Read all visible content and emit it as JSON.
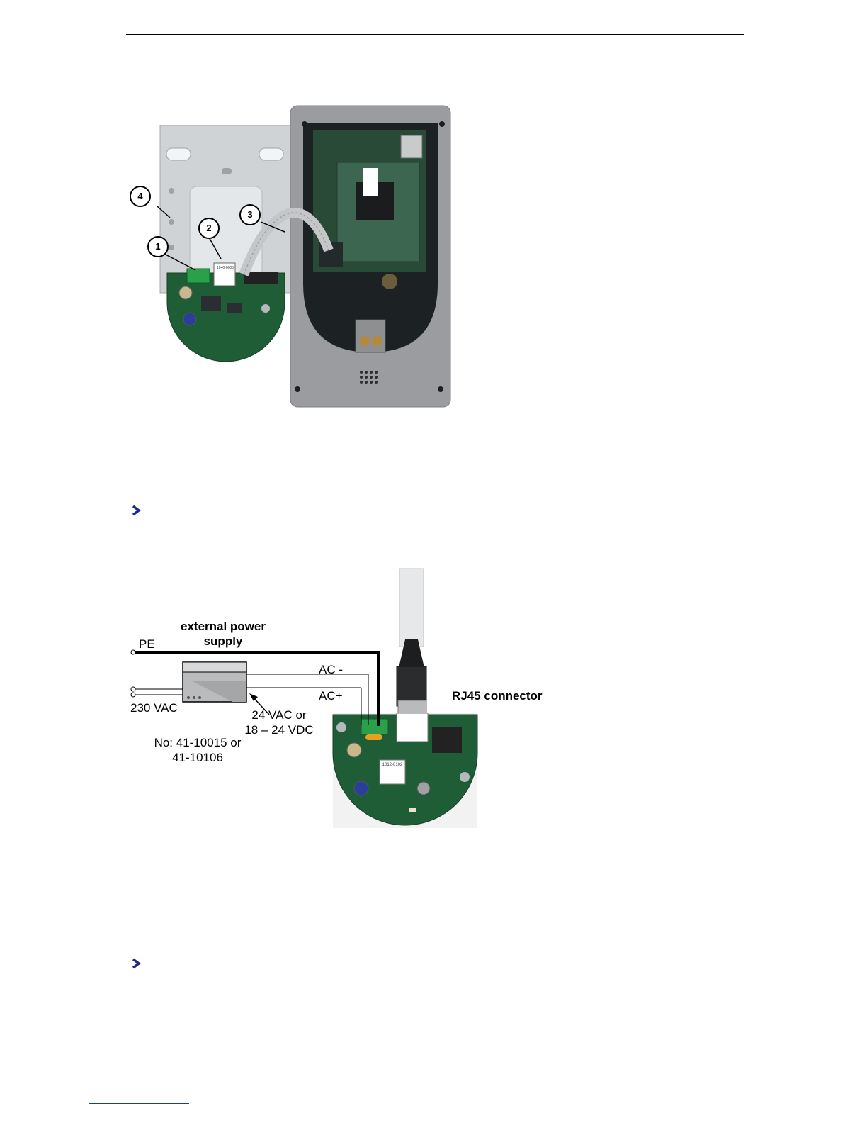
{
  "figure1": {
    "callouts": [
      "1",
      "2",
      "3",
      "4"
    ],
    "labels": {
      "pcb_label": "1040-0000"
    }
  },
  "figure2": {
    "external_supply_line1": "external power",
    "external_supply_line2": "supply",
    "pe": "PE",
    "ac_minus": "AC -",
    "ac_plus": "AC+",
    "mains": "230 VAC",
    "output_line1": "24 VAC or",
    "output_line2": "18 – 24 VDC",
    "part_line1": "No: 41-10015 or",
    "part_line2": "41-10106",
    "rj45": "RJ45 connector",
    "pcb_label": "1012-0102"
  },
  "colors": {
    "bullet": "#1a2a8a",
    "pcb": "#1f5d36",
    "housing": "#9a9c9f"
  }
}
